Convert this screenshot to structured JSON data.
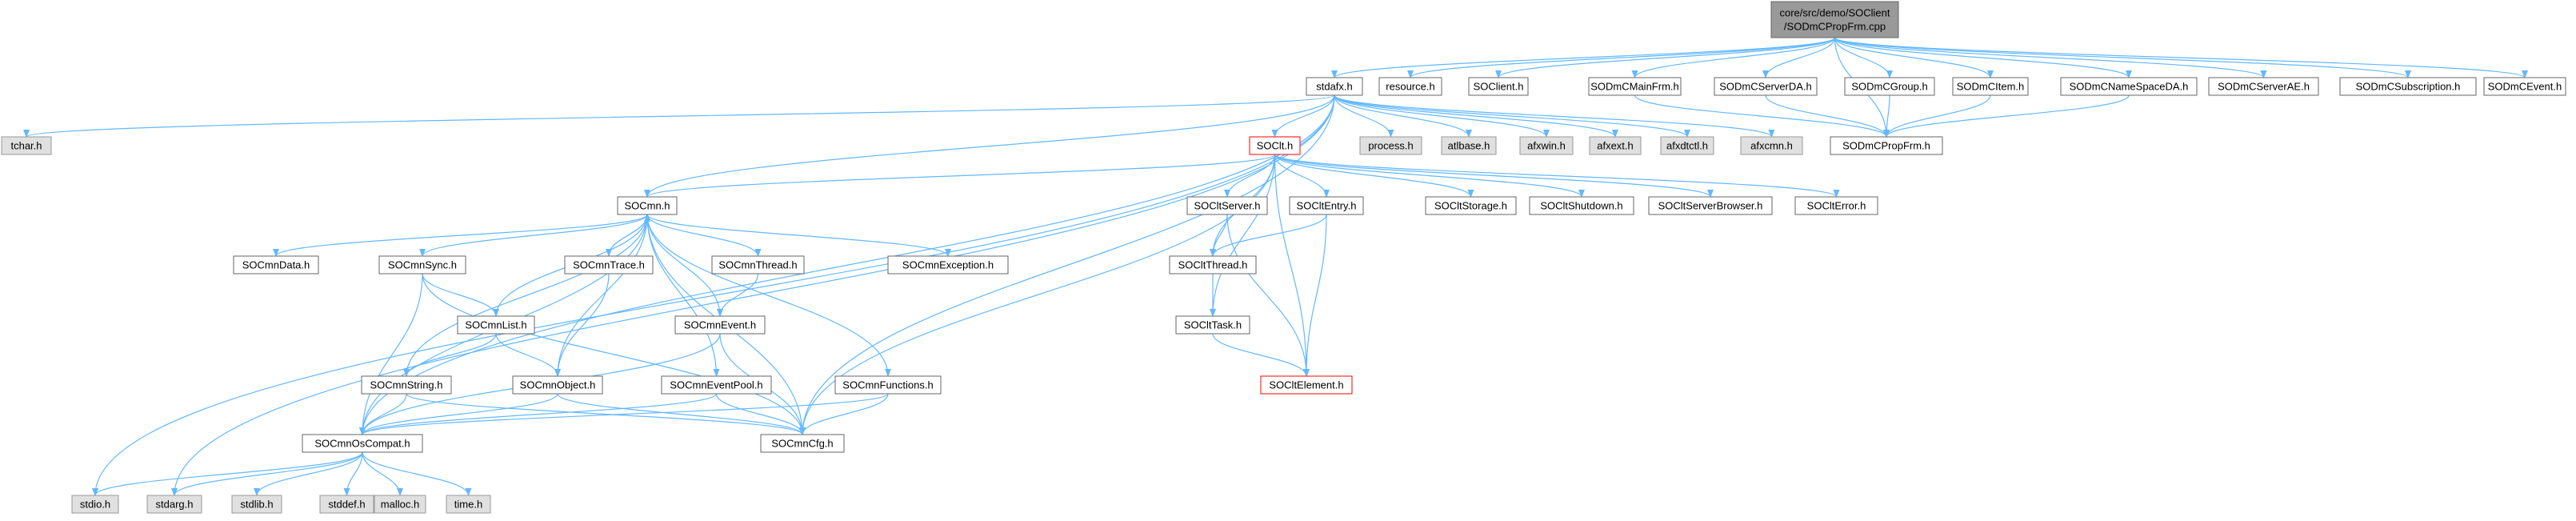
{
  "colors": {
    "edge": "#63b8ff",
    "node_fill": "#ffffff",
    "node_border": "#666666",
    "system_fill": "#e0e0e0",
    "system_border": "#999999",
    "root_fill": "#999999",
    "root_border": "#666666",
    "highlight_border": "#ff0000"
  },
  "nodes": [
    {
      "id": "root",
      "lines": [
        "core/src/demo/SOClient",
        "/SODmCPropFrm.cpp"
      ],
      "kind": "root"
    },
    {
      "id": "stdafx",
      "lines": [
        "stdafx.h"
      ],
      "kind": "normal"
    },
    {
      "id": "resource",
      "lines": [
        "resource.h"
      ],
      "kind": "normal"
    },
    {
      "id": "soclient",
      "lines": [
        "SOClient.h"
      ],
      "kind": "normal"
    },
    {
      "id": "mainfrm",
      "lines": [
        "SODmCMainFrm.h"
      ],
      "kind": "normal"
    },
    {
      "id": "serverda",
      "lines": [
        "SODmCServerDA.h"
      ],
      "kind": "normal"
    },
    {
      "id": "group",
      "lines": [
        "SODmCGroup.h"
      ],
      "kind": "normal"
    },
    {
      "id": "item",
      "lines": [
        "SODmCItem.h"
      ],
      "kind": "normal"
    },
    {
      "id": "namespaceda",
      "lines": [
        "SODmCNameSpaceDA.h"
      ],
      "kind": "normal"
    },
    {
      "id": "serverae",
      "lines": [
        "SODmCServerAE.h"
      ],
      "kind": "normal"
    },
    {
      "id": "subscription",
      "lines": [
        "SODmCSubscription.h"
      ],
      "kind": "normal"
    },
    {
      "id": "event",
      "lines": [
        "SODmCEvent.h"
      ],
      "kind": "normal"
    },
    {
      "id": "tchar",
      "lines": [
        "tchar.h"
      ],
      "kind": "system"
    },
    {
      "id": "soclt",
      "lines": [
        "SOClt.h"
      ],
      "kind": "highlight"
    },
    {
      "id": "process",
      "lines": [
        "process.h"
      ],
      "kind": "system"
    },
    {
      "id": "atlbase",
      "lines": [
        "atlbase.h"
      ],
      "kind": "system"
    },
    {
      "id": "afxwin",
      "lines": [
        "afxwin.h"
      ],
      "kind": "system"
    },
    {
      "id": "afxext",
      "lines": [
        "afxext.h"
      ],
      "kind": "system"
    },
    {
      "id": "afxdtctl",
      "lines": [
        "afxdtctl.h"
      ],
      "kind": "system"
    },
    {
      "id": "afxcmn",
      "lines": [
        "afxcmn.h"
      ],
      "kind": "system"
    },
    {
      "id": "propfrm",
      "lines": [
        "SODmCPropFrm.h"
      ],
      "kind": "normal"
    },
    {
      "id": "socmn",
      "lines": [
        "SOCmn.h"
      ],
      "kind": "normal"
    },
    {
      "id": "cltserver",
      "lines": [
        "SOCltServer.h"
      ],
      "kind": "normal"
    },
    {
      "id": "cltentry",
      "lines": [
        "SOCltEntry.h"
      ],
      "kind": "normal"
    },
    {
      "id": "cltstorage",
      "lines": [
        "SOCltStorage.h"
      ],
      "kind": "normal"
    },
    {
      "id": "cltshutdown",
      "lines": [
        "SOCltShutdown.h"
      ],
      "kind": "normal"
    },
    {
      "id": "cltserverbrowser",
      "lines": [
        "SOCltServerBrowser.h"
      ],
      "kind": "normal"
    },
    {
      "id": "clterror",
      "lines": [
        "SOCltError.h"
      ],
      "kind": "normal"
    },
    {
      "id": "cmndata",
      "lines": [
        "SOCmnData.h"
      ],
      "kind": "normal"
    },
    {
      "id": "cmnsync",
      "lines": [
        "SOCmnSync.h"
      ],
      "kind": "normal"
    },
    {
      "id": "cmntrace",
      "lines": [
        "SOCmnTrace.h"
      ],
      "kind": "normal"
    },
    {
      "id": "cmnthread",
      "lines": [
        "SOCmnThread.h"
      ],
      "kind": "normal"
    },
    {
      "id": "cmnexception",
      "lines": [
        "SOCmnException.h"
      ],
      "kind": "normal"
    },
    {
      "id": "cltthread",
      "lines": [
        "SOCltThread.h"
      ],
      "kind": "normal"
    },
    {
      "id": "cmnlist",
      "lines": [
        "SOCmnList.h"
      ],
      "kind": "normal"
    },
    {
      "id": "cmnevent",
      "lines": [
        "SOCmnEvent.h"
      ],
      "kind": "normal"
    },
    {
      "id": "clttask",
      "lines": [
        "SOCltTask.h"
      ],
      "kind": "normal"
    },
    {
      "id": "cmnstring",
      "lines": [
        "SOCmnString.h"
      ],
      "kind": "normal"
    },
    {
      "id": "cmnobject",
      "lines": [
        "SOCmnObject.h"
      ],
      "kind": "normal"
    },
    {
      "id": "cmneventpool",
      "lines": [
        "SOCmnEventPool.h"
      ],
      "kind": "normal"
    },
    {
      "id": "cmnfunctions",
      "lines": [
        "SOCmnFunctions.h"
      ],
      "kind": "normal"
    },
    {
      "id": "cltelement",
      "lines": [
        "SOCltElement.h"
      ],
      "kind": "highlight"
    },
    {
      "id": "cmnoscompat",
      "lines": [
        "SOCmnOsCompat.h"
      ],
      "kind": "normal"
    },
    {
      "id": "cmncfg",
      "lines": [
        "SOCmnCfg.h"
      ],
      "kind": "normal"
    },
    {
      "id": "stdio",
      "lines": [
        "stdio.h"
      ],
      "kind": "system"
    },
    {
      "id": "stdarg",
      "lines": [
        "stdarg.h"
      ],
      "kind": "system"
    },
    {
      "id": "stdlib",
      "lines": [
        "stdlib.h"
      ],
      "kind": "system"
    },
    {
      "id": "stddef",
      "lines": [
        "stddef.h"
      ],
      "kind": "system"
    },
    {
      "id": "malloc",
      "lines": [
        "malloc.h"
      ],
      "kind": "system"
    },
    {
      "id": "time",
      "lines": [
        "time.h"
      ],
      "kind": "system"
    }
  ],
  "edges": [
    [
      "root",
      "stdafx"
    ],
    [
      "root",
      "resource"
    ],
    [
      "root",
      "soclient"
    ],
    [
      "root",
      "mainfrm"
    ],
    [
      "root",
      "serverda"
    ],
    [
      "root",
      "group"
    ],
    [
      "root",
      "item"
    ],
    [
      "root",
      "namespaceda"
    ],
    [
      "root",
      "serverae"
    ],
    [
      "root",
      "subscription"
    ],
    [
      "root",
      "event"
    ],
    [
      "root",
      "propfrm"
    ],
    [
      "stdafx",
      "tchar"
    ],
    [
      "stdafx",
      "soclt"
    ],
    [
      "stdafx",
      "process"
    ],
    [
      "stdafx",
      "atlbase"
    ],
    [
      "stdafx",
      "afxwin"
    ],
    [
      "stdafx",
      "afxext"
    ],
    [
      "stdafx",
      "afxdtctl"
    ],
    [
      "stdafx",
      "afxcmn"
    ],
    [
      "stdafx",
      "socmn"
    ],
    [
      "stdafx",
      "cmnoscompat"
    ],
    [
      "stdafx",
      "cmncfg"
    ],
    [
      "stdafx",
      "stdio"
    ],
    [
      "stdafx",
      "stdarg"
    ],
    [
      "mainfrm",
      "propfrm"
    ],
    [
      "serverda",
      "propfrm"
    ],
    [
      "group",
      "propfrm"
    ],
    [
      "item",
      "propfrm"
    ],
    [
      "namespaceda",
      "propfrm"
    ],
    [
      "soclt",
      "socmn"
    ],
    [
      "soclt",
      "cltserver"
    ],
    [
      "soclt",
      "cltentry"
    ],
    [
      "soclt",
      "cltstorage"
    ],
    [
      "soclt",
      "cltshutdown"
    ],
    [
      "soclt",
      "cltserverbrowser"
    ],
    [
      "soclt",
      "clterror"
    ],
    [
      "soclt",
      "cltthread"
    ],
    [
      "soclt",
      "clttask"
    ],
    [
      "soclt",
      "cltelement"
    ],
    [
      "soclt",
      "cmncfg"
    ],
    [
      "socmn",
      "cmndata"
    ],
    [
      "socmn",
      "cmnsync"
    ],
    [
      "socmn",
      "cmntrace"
    ],
    [
      "socmn",
      "cmnthread"
    ],
    [
      "socmn",
      "cmnexception"
    ],
    [
      "socmn",
      "cmnlist"
    ],
    [
      "socmn",
      "cmnevent"
    ],
    [
      "socmn",
      "cmnstring"
    ],
    [
      "socmn",
      "cmnobject"
    ],
    [
      "socmn",
      "cmneventpool"
    ],
    [
      "socmn",
      "cmnfunctions"
    ],
    [
      "socmn",
      "cmnoscompat"
    ],
    [
      "socmn",
      "cmncfg"
    ],
    [
      "cmntrace",
      "socmn"
    ],
    [
      "cmnsync",
      "cmnlist"
    ],
    [
      "cmnsync",
      "cmnoscompat"
    ],
    [
      "cmnsync",
      "cmncfg"
    ],
    [
      "cmntrace",
      "cmnobject"
    ],
    [
      "cmnthread",
      "cmnevent"
    ],
    [
      "cmnlist",
      "cmnstring"
    ],
    [
      "cmnlist",
      "cmnobject"
    ],
    [
      "cmnevent",
      "cmnoscompat"
    ],
    [
      "cmnevent",
      "cmncfg"
    ],
    [
      "cmnstring",
      "cmnoscompat"
    ],
    [
      "cmnstring",
      "cmncfg"
    ],
    [
      "cmnobject",
      "cmnoscompat"
    ],
    [
      "cmnobject",
      "cmncfg"
    ],
    [
      "cmneventpool",
      "cmnoscompat"
    ],
    [
      "cmneventpool",
      "cmncfg"
    ],
    [
      "cmnfunctions",
      "cmnoscompat"
    ],
    [
      "cmnfunctions",
      "cmncfg"
    ],
    [
      "cltserver",
      "cltthread"
    ],
    [
      "cltserver",
      "cltelement"
    ],
    [
      "cltentry",
      "cltthread"
    ],
    [
      "cltentry",
      "cltelement"
    ],
    [
      "cltthread",
      "clttask"
    ],
    [
      "clttask",
      "cltelement"
    ],
    [
      "cmnoscompat",
      "stdio"
    ],
    [
      "cmnoscompat",
      "stdarg"
    ],
    [
      "cmnoscompat",
      "stdlib"
    ],
    [
      "cmnoscompat",
      "stddef"
    ],
    [
      "cmnoscompat",
      "malloc"
    ],
    [
      "cmnoscompat",
      "time"
    ]
  ]
}
